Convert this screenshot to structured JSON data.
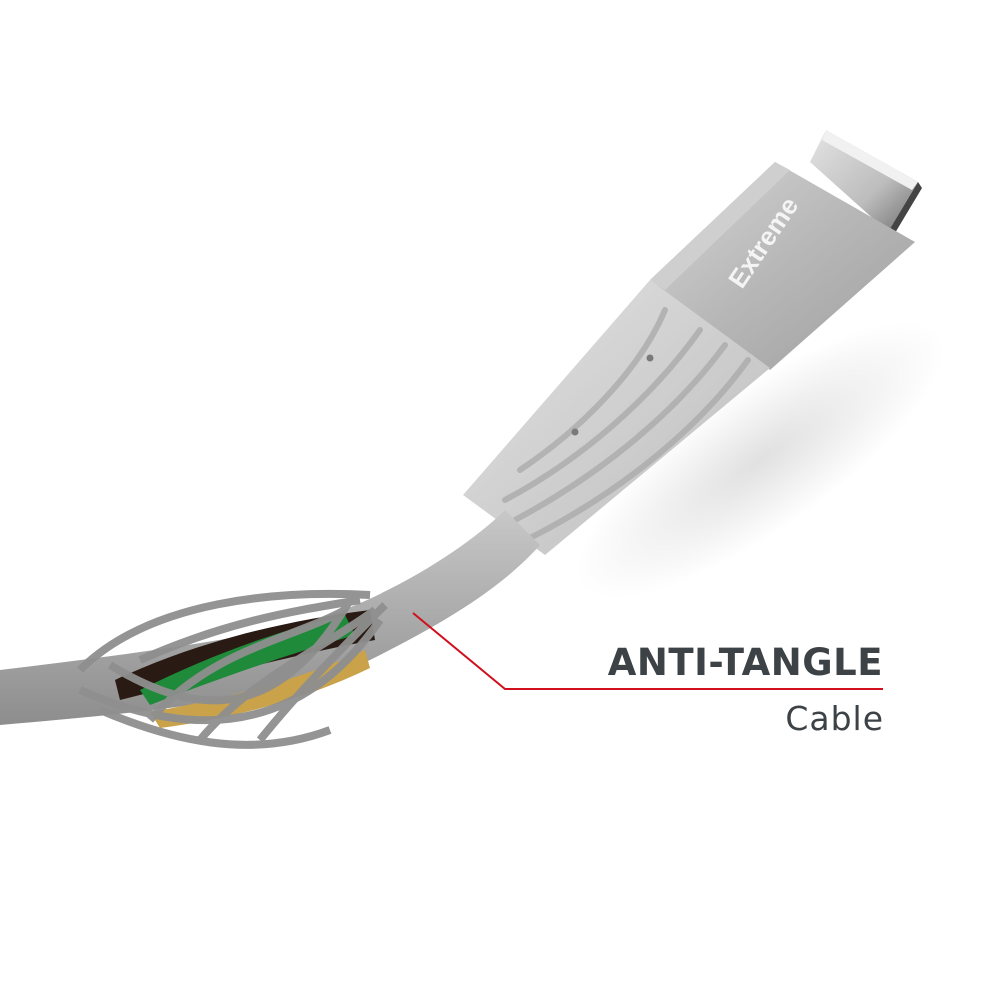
{
  "product": {
    "brand_label": "Extreme",
    "feature_title": "ANTI-TANGLE",
    "feature_subtitle": "Cable"
  },
  "colors": {
    "callout_line": "#d0101c",
    "text": "#3c4245",
    "background": "#ffffff",
    "connector_housing": "#b9b9b9",
    "strain_relief": "#cfcfcf",
    "braid": "#a8a8a8",
    "wire_green": "#1f8a3a",
    "wire_yellow": "#c9a24a"
  },
  "icons": {
    "connector": "usb-c-connector-icon"
  }
}
